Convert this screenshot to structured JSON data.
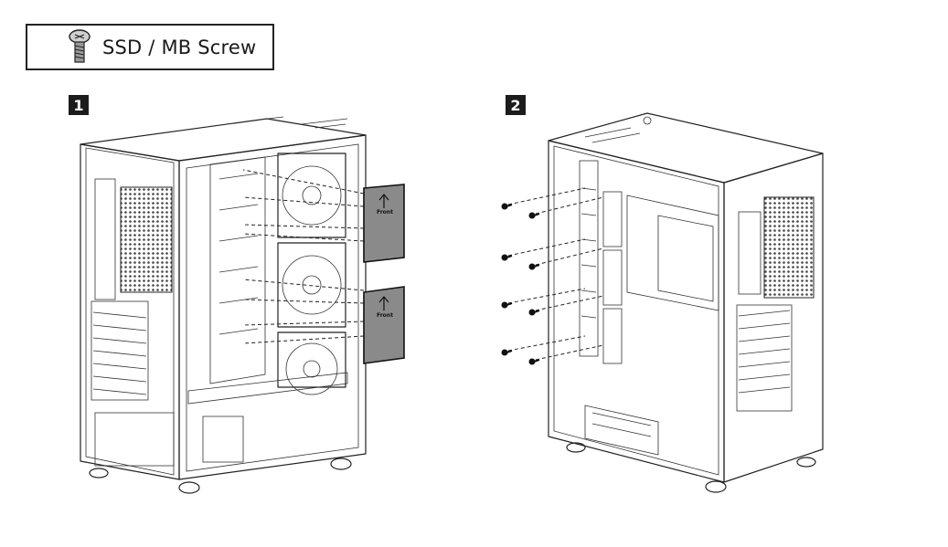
{
  "legend": {
    "label": "SSD / MB Screw",
    "icon": "screw-icon"
  },
  "steps": [
    {
      "number": "1"
    },
    {
      "number": "2"
    }
  ],
  "ssd_bracket_label": "Front"
}
